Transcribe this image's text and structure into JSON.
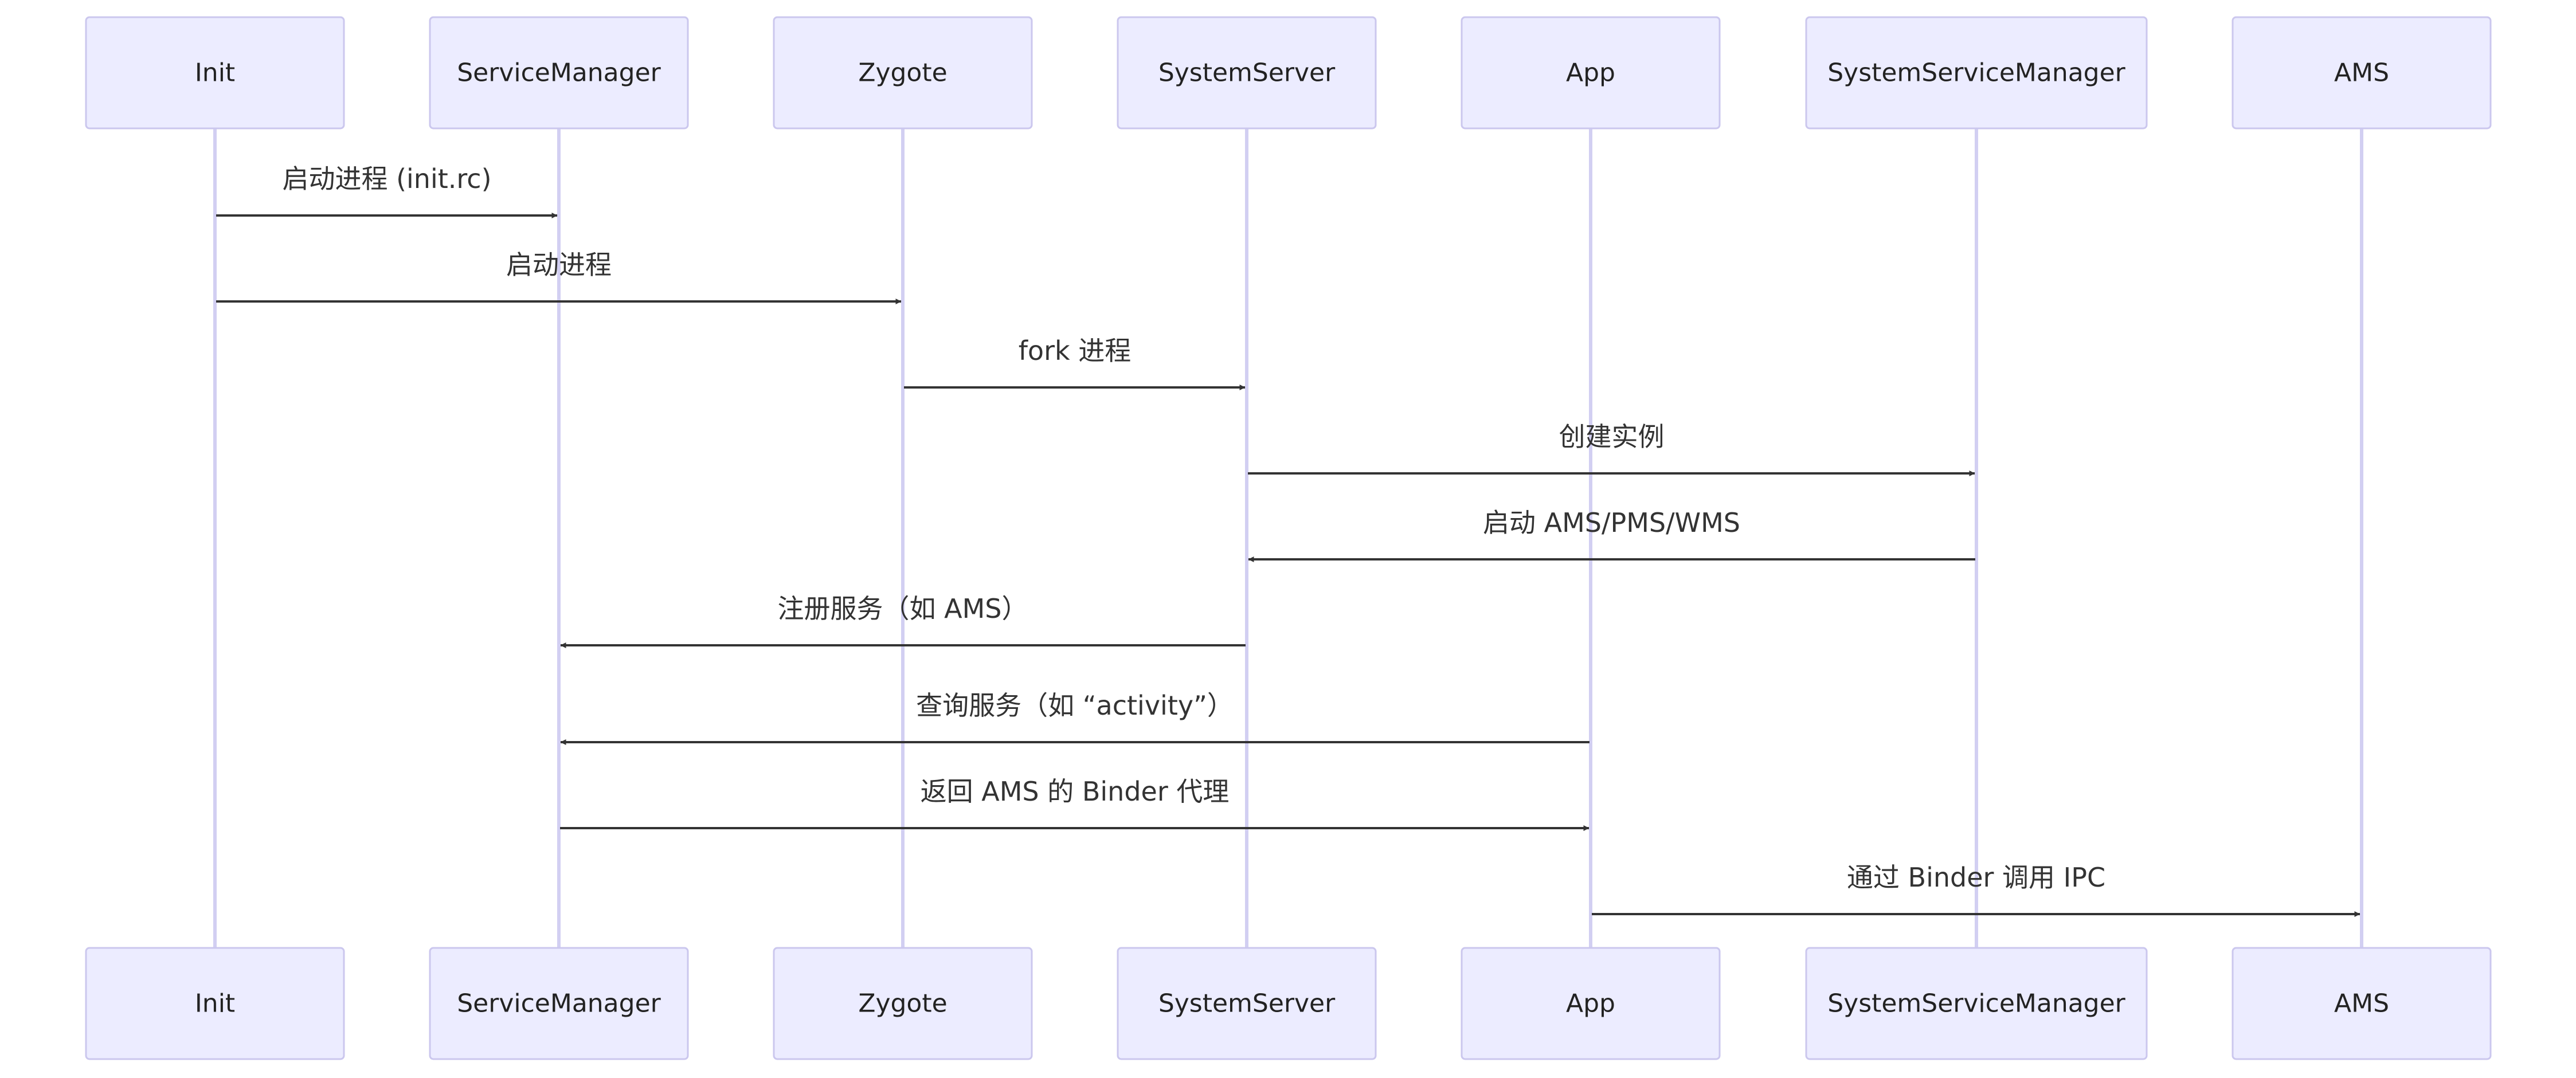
{
  "participants": [
    "Init",
    "ServiceManager",
    "Zygote",
    "SystemServer",
    "App",
    "SystemServiceManager",
    "AMS"
  ],
  "messages": [
    {
      "from": "Init",
      "to": "ServiceManager",
      "label": "启动进程 (init.rc)"
    },
    {
      "from": "Init",
      "to": "Zygote",
      "label": "启动进程"
    },
    {
      "from": "Zygote",
      "to": "SystemServer",
      "label": "fork 进程"
    },
    {
      "from": "SystemServer",
      "to": "SystemServiceManager",
      "label": "创建实例"
    },
    {
      "from": "SystemServiceManager",
      "to": "SystemServer",
      "label": "启动 AMS/PMS/WMS"
    },
    {
      "from": "SystemServer",
      "to": "ServiceManager",
      "label": "注册服务（如 AMS）"
    },
    {
      "from": "App",
      "to": "ServiceManager",
      "label": "查询服务（如 “activity”）"
    },
    {
      "from": "ServiceManager",
      "to": "App",
      "label": "返回 AMS 的 Binder 代理"
    },
    {
      "from": "App",
      "to": "AMS",
      "label": "通过 Binder 调用 IPC"
    }
  ],
  "colors": {
    "actor_fill": "#ECECFF",
    "actor_border": "#CBC7EE",
    "lifeline": "#D2CFF2",
    "arrow": "#333333",
    "text": "#222222"
  }
}
